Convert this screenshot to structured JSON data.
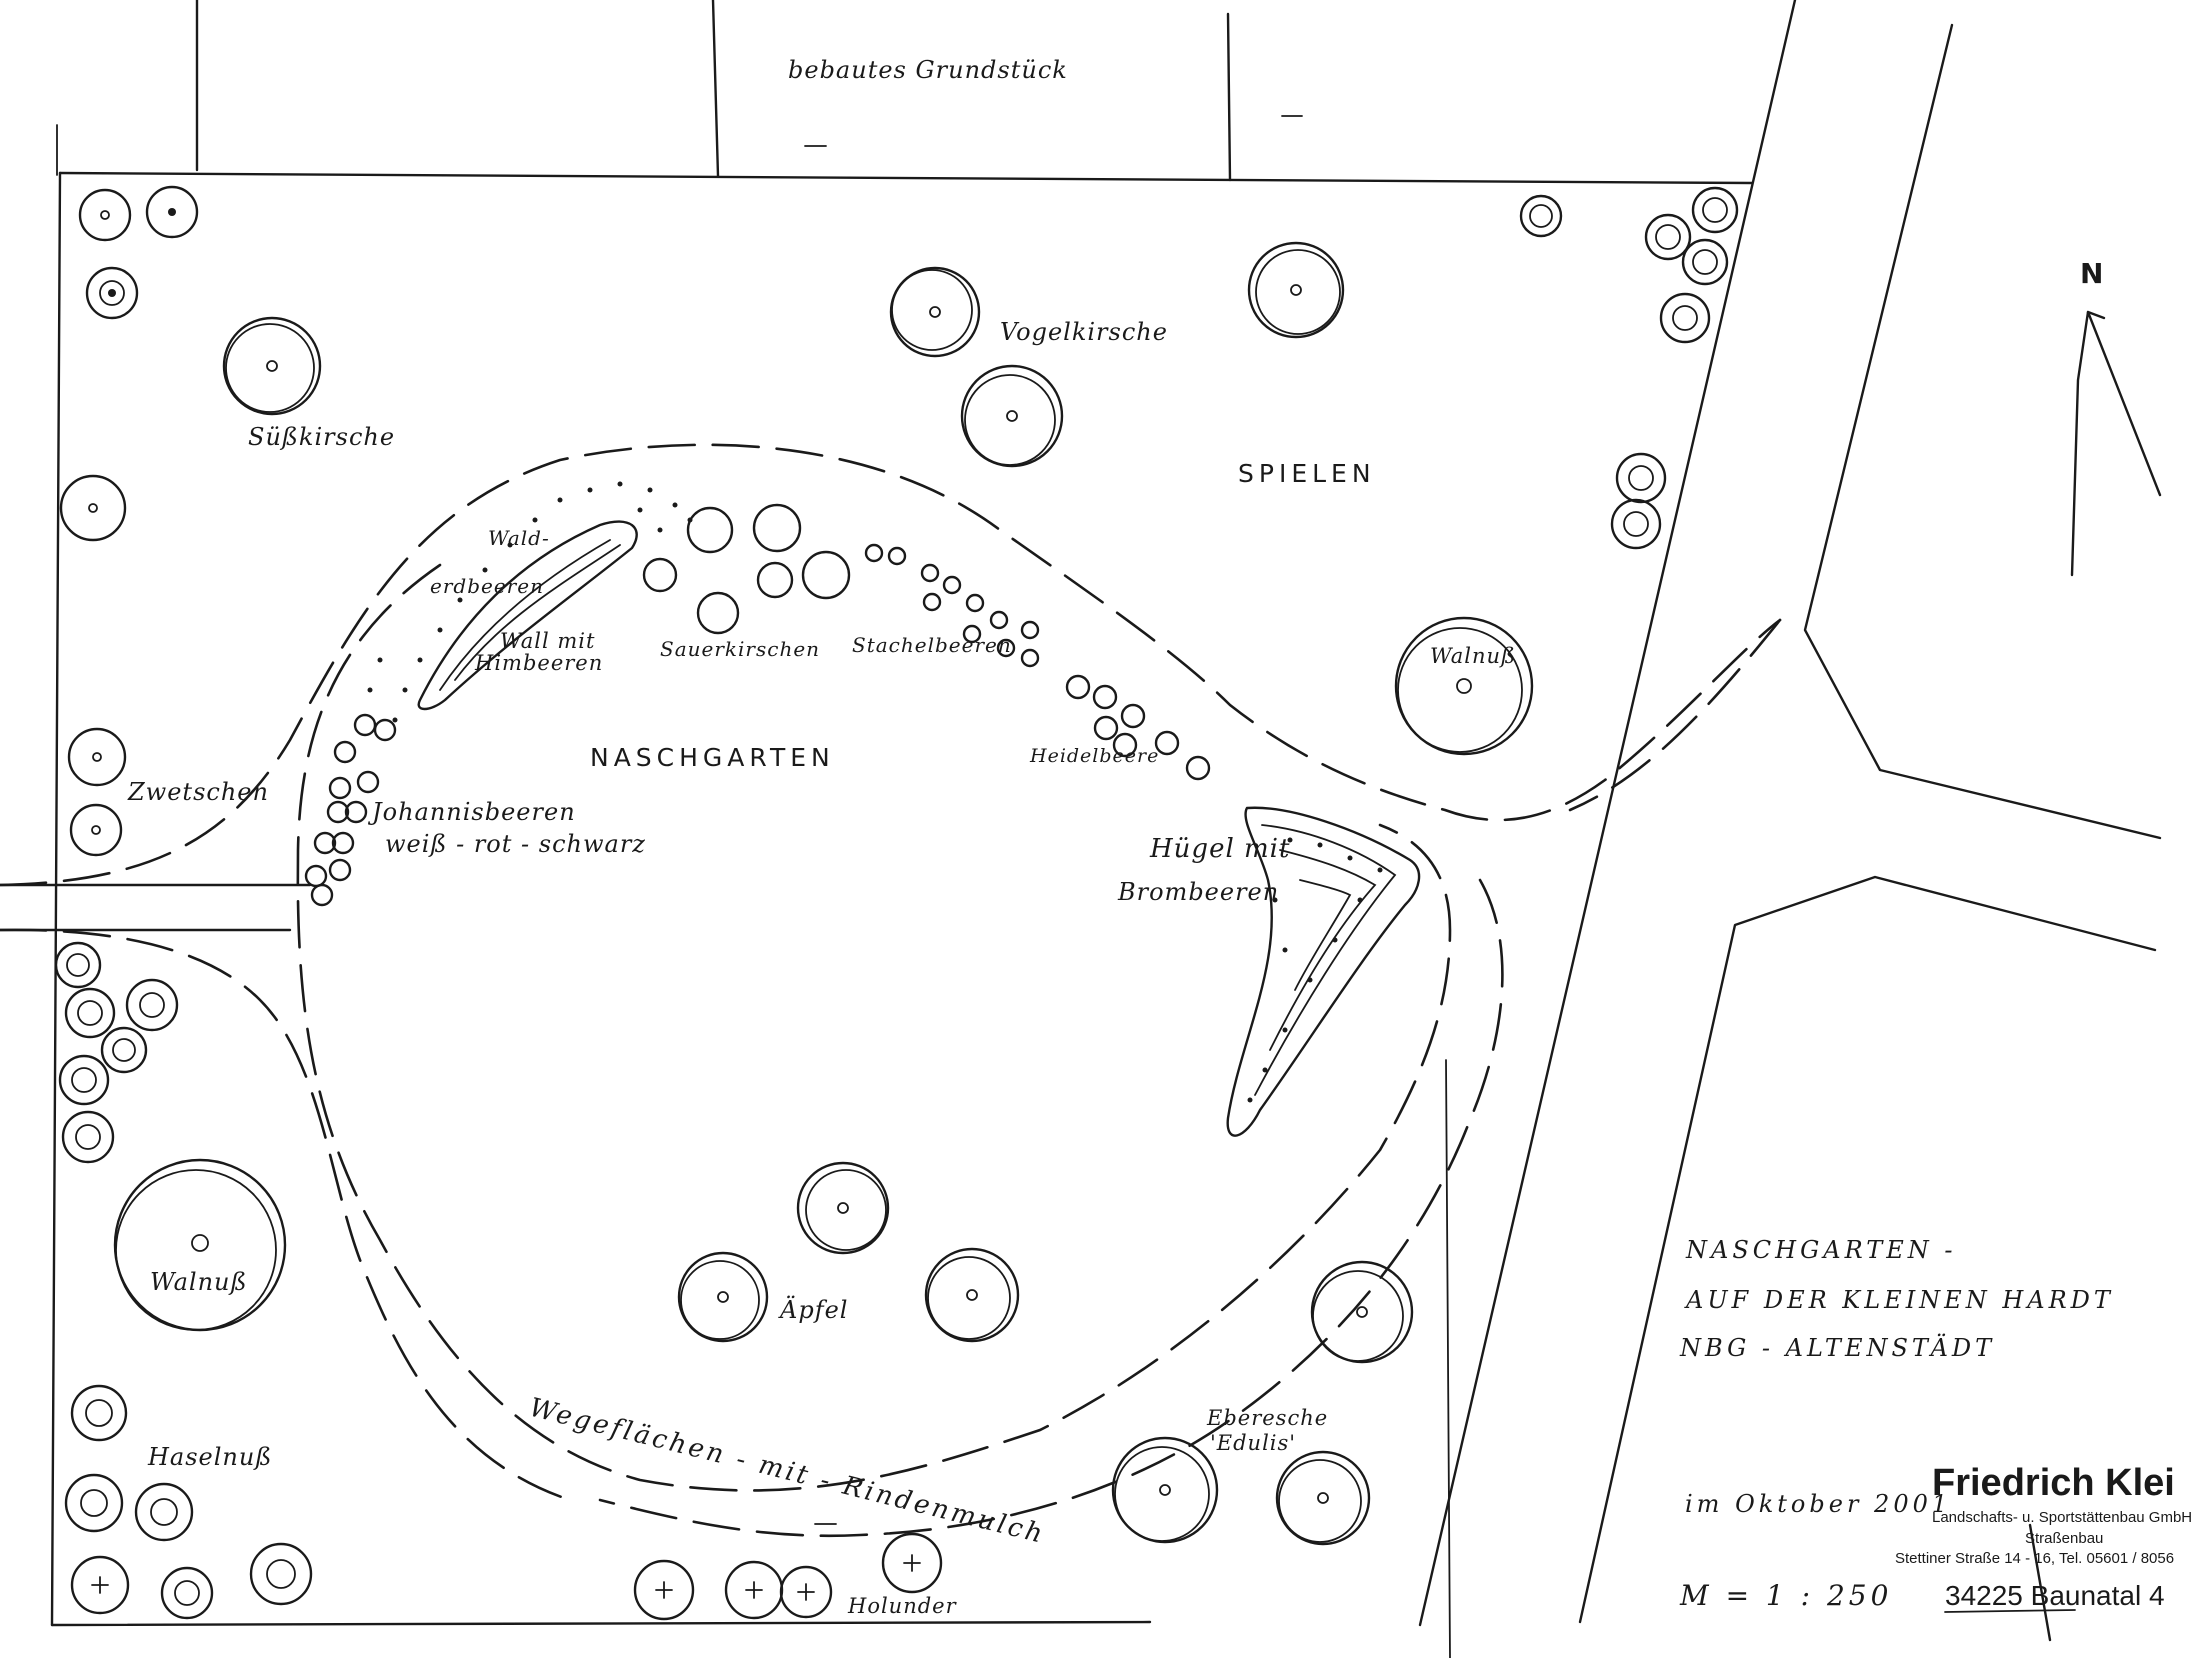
{
  "labels": {
    "plot": "bebautes Grundstück",
    "suesskirsche": "Süßkirsche",
    "vogelkirsche": "Vogelkirsche",
    "spielen": "SPIELEN",
    "walderdbeeren_1": "Wald-",
    "walderdbeeren_2": "erdbeeren",
    "wall_1": "Wall mit",
    "wall_2": "Himbeeren",
    "sauerkirschen": "Sauerkirschen",
    "stachelbeeren": "Stachelbeeren",
    "walnuss_top": "Walnuß",
    "zwetschen": "Zwetschen",
    "naschgarten": "NASCHGARTEN",
    "heidelbeere": "Heidelbeere",
    "johannis_1": "Johannisbeeren",
    "johannis_2": "weiß - rot - schwarz",
    "huegel_1": "Hügel mit",
    "huegel_2": "Brombeeren",
    "walnuss_bottom": "Walnuß",
    "aepfel": "Äpfel",
    "weg": "Wegeflächen - mit - Rindenmulch",
    "eberesche_1": "Eberesche",
    "eberesche_2": "'Edulis'",
    "haselnuss": "Haselnuß",
    "holunder": "Holunder",
    "north": "N"
  },
  "title_block": {
    "line1": "NASCHGARTEN -",
    "line2": "AUF DER KLEINEN HARDT",
    "line3": "NBG - ALTENSTÄDT",
    "date": "im Oktober   2001",
    "scale": "M =   1 :  250"
  },
  "stamp": {
    "company": "Friedrich Klei",
    "line1": "Landschafts- u. Sportstättenbau GmbH",
    "line2": "Straßenbau",
    "line3": "Stettiner Straße 14 - 16, Tel. 05601 / 8056",
    "city": "34225 Baunatal 4"
  }
}
